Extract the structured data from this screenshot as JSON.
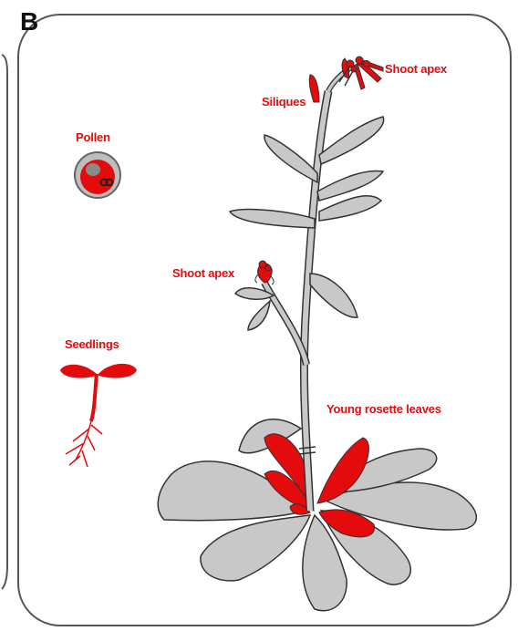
{
  "panel": {
    "letter": "B"
  },
  "labels": {
    "siliques": "Siliques",
    "shoot_apex_top": "Shoot apex",
    "pollen": "Pollen",
    "shoot_apex_side": "Shoot apex",
    "seedlings": "Seedlings",
    "young_rosette_leaves": "Young rosette leaves"
  },
  "colors": {
    "highlight": "#e30b0b",
    "plant_gray": "#c8c8c8",
    "outline": "#333333",
    "frame": "#555555"
  }
}
